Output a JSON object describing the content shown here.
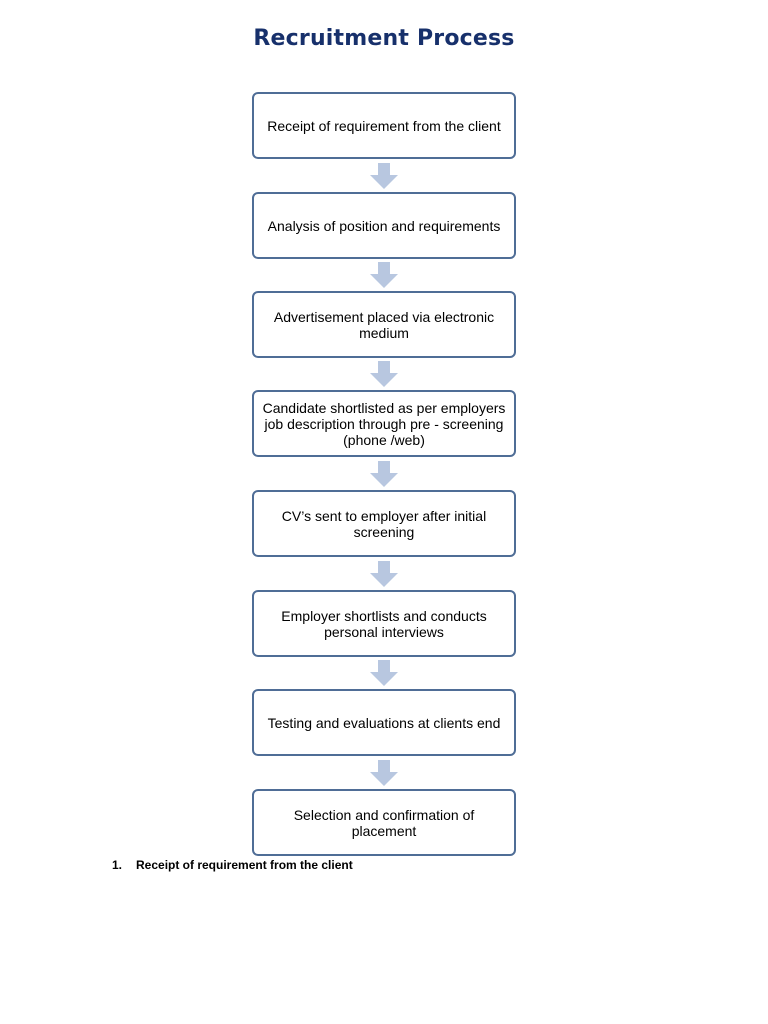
{
  "title": "Recruitment Process",
  "steps": [
    "Receipt of requirement from the client",
    "Analysis of position and requirements",
    "Advertisement placed via electronic medium",
    "Candidate shortlisted as per employers job description through pre - screening (phone /web)",
    "CV’s sent to employer after initial screening",
    "Employer shortlists and conducts personal interviews",
    "Testing and evaluations at clients end",
    "Selection and confirmation of placement"
  ],
  "footnote": {
    "number": "1.",
    "text": "Receipt of requirement from the client"
  },
  "colors": {
    "title": "#17306b",
    "box_border": "#4f6d96",
    "arrow": "#b8c7e0"
  }
}
